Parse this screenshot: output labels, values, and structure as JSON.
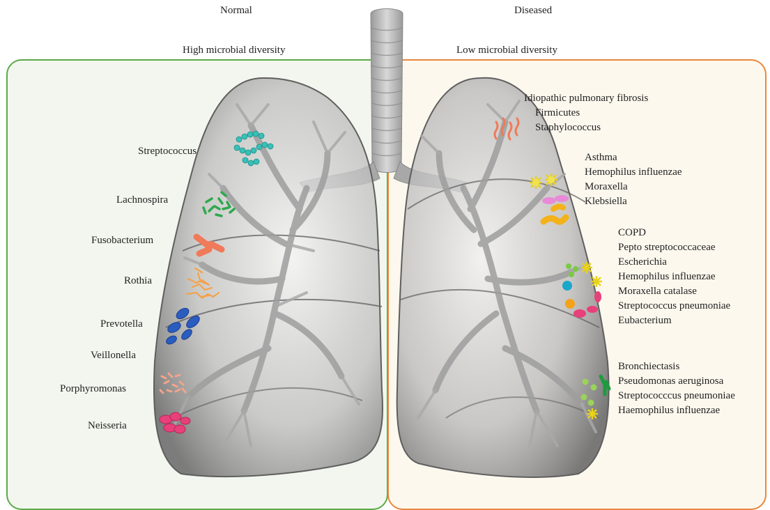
{
  "headers": {
    "left_title": "Normal",
    "right_title": "Diseased",
    "left_subtitle": "High microbial diversity",
    "right_subtitle": "Low microbial diversity"
  },
  "colors": {
    "normal_border": "#5aaa46",
    "diseased_border": "#e8873c",
    "normal_bg": "#f3f6ee",
    "diseased_bg": "#fdf8ee",
    "lung": "#8a8a8a"
  },
  "normal_bacteria": [
    {
      "name": "Streptococcus",
      "color": "#38c0b8",
      "icon": "chain-cocci-icon"
    },
    {
      "name": "Lachnospira",
      "color": "#2ea84e",
      "icon": "rod-cluster-icon"
    },
    {
      "name": "Fusobacterium",
      "color": "#f07a5a",
      "icon": "fusiform-rod-icon"
    },
    {
      "name": "Rothia",
      "color": "#f4a24a",
      "icon": "filament-cluster-icon"
    },
    {
      "name": "Prevotella",
      "color": "#2b5cc0",
      "icon": "oval-rod-icon"
    },
    {
      "name": "Veillonella",
      "color": "#f4a24a",
      "icon": "none"
    },
    {
      "name": "Porphyromonas",
      "color": "#f4a48a",
      "icon": "short-rod-cluster-icon"
    },
    {
      "name": "Neisseria",
      "color": "#e8407a",
      "icon": "diplococci-icon"
    }
  ],
  "diseases": [
    {
      "id": "ipf",
      "lines": [
        "Idiopathic pulmonary fibrosis",
        "Firmicutes",
        "Staphylococcus"
      ]
    },
    {
      "id": "asthma",
      "lines": [
        "Asthma",
        "Hemophilus influenzae",
        "Moraxella",
        "Klebsiella"
      ]
    },
    {
      "id": "copd",
      "lines": [
        "COPD",
        "Pepto streptococcaceae",
        "Escherichia",
        "Hemophilus influenzae",
        "Moraxella catalase",
        "Streptococcus pneumoniae",
        "Eubacterium"
      ]
    },
    {
      "id": "bronchiectasis",
      "lines": [
        "Bronchiectasis",
        "Pseudomonas aeruginosa",
        "Streptococccus pneumoniae",
        "Haemophilus influenzae"
      ]
    }
  ]
}
